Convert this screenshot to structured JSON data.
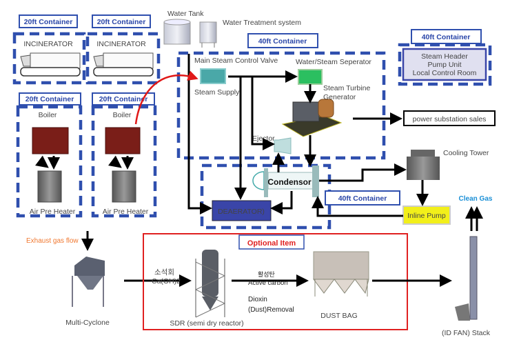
{
  "containers": {
    "c20_incinerator_1": "20ft Container",
    "c20_incinerator_2": "20ft Container",
    "c20_boiler_1": "20ft Container",
    "c20_boiler_2": "20ft Container",
    "c40_steam": "40ft Container",
    "c40_condensor": "40ft Container",
    "c40_control": "40ft Container"
  },
  "labels": {
    "incinerator_1": "INCINERATOR",
    "incinerator_2": "INCINERATOR",
    "boiler_1": "Boiler",
    "boiler_2": "Boiler",
    "air_pre_heater_1": "Air Pre Heater",
    "air_pre_heater_2": "Air Pre Heater",
    "water_tank": "Water Tank",
    "water_treatment": "Water Treatment system",
    "main_steam_valve": "Main Steam Control Valve",
    "steam_supply": "Steam Supply",
    "separator": "Water/Steam Seperator",
    "turbine_line1": "Steam Turbine",
    "turbine_line2": "Generator",
    "power_sales": "power substation sales",
    "ejector": "Ejector",
    "condensor": "Condensor",
    "deaerator": "DEAERATOR)",
    "cooling_tower": "Cooling Tower",
    "inline_pump": "Inline Pump",
    "clean_gas": "Clean Gas",
    "control_room_1": "Steam Header",
    "control_room_2": "Pump Unit",
    "control_room_3": "Local Control Room",
    "exhaust_gas": "Exhaust gas flow",
    "multi_cyclone": "Multi-Cyclone",
    "optional_item": "Optional Item",
    "slaked_lime_kr": "소석회",
    "slaked_lime": "Ca(OH)2",
    "sdr": "SDR (semi dry reactor)",
    "active_carbon_kr": "활성탄",
    "active_carbon": "Active carbon",
    "dioxin_1": "Dioxin",
    "dioxin_2": "(Dust)Removal",
    "dust_bag": "DUST BAG",
    "stack": "(ID FAN) Stack"
  },
  "colors": {
    "container_blue": "#2f4fae",
    "steam_supply": "#4aa8a8",
    "separator": "#2bbf60",
    "deaerator": "#3a45a8",
    "inline_pump": "#f2ef1a",
    "clean_gas": "#1a8fd6",
    "exhaust": "#f07830",
    "optional_red": "#e02020",
    "flow_arrow_red": "#e01818"
  }
}
